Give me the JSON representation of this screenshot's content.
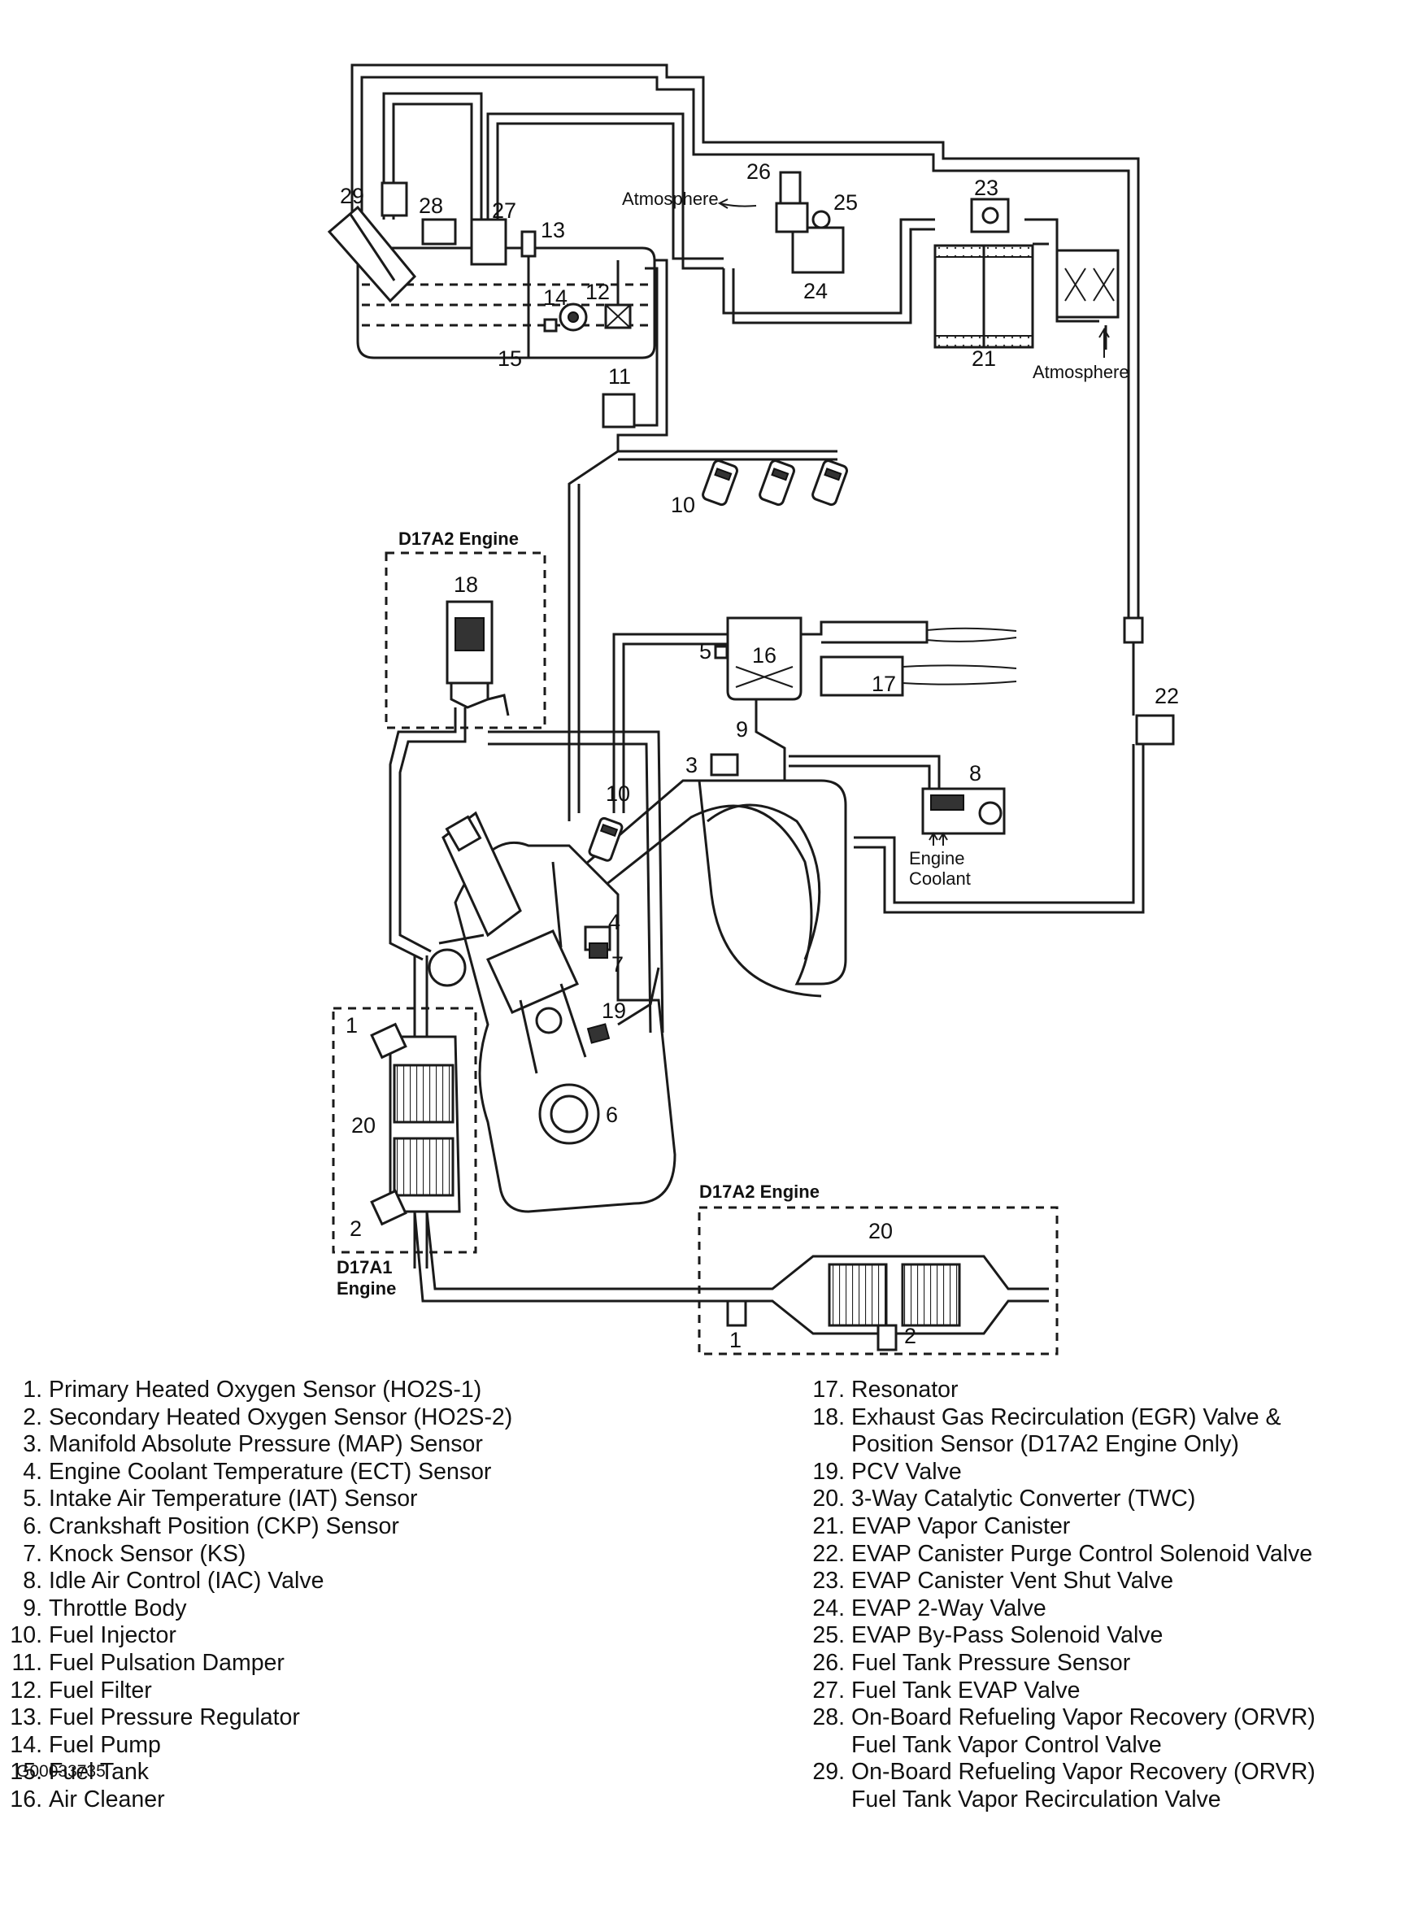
{
  "diagram": {
    "callouts": [
      "1",
      "2",
      "3",
      "4",
      "5",
      "6",
      "7",
      "8",
      "9",
      "10",
      "11",
      "12",
      "13",
      "14",
      "15",
      "16",
      "17",
      "18",
      "19",
      "20",
      "21",
      "22",
      "23",
      "24",
      "25",
      "26",
      "27",
      "28",
      "29"
    ],
    "callout_10_second": "10",
    "callout_1_second": "1",
    "callout_2_second": "2",
    "callout_20_second": "20",
    "atmosphere_label_1": "Atmosphere",
    "atmosphere_label_2": "Atmosphere",
    "engine_coolant_label_line1": "Engine",
    "engine_coolant_label_line2": "Coolant",
    "d17a2_engine_label_1": "D17A2 Engine",
    "d17a2_engine_label_2": "D17A2 Engine",
    "d17a1_engine_label_line1": "D17A1",
    "d17a1_engine_label_line2": "Engine"
  },
  "legend_left": [
    {
      "num": "1.",
      "text": "Primary Heated Oxygen Sensor (HO2S-1)"
    },
    {
      "num": "2.",
      "text": "Secondary Heated Oxygen Sensor (HO2S-2)"
    },
    {
      "num": "3.",
      "text": "Manifold Absolute Pressure (MAP) Sensor"
    },
    {
      "num": "4.",
      "text": "Engine Coolant Temperature (ECT) Sensor"
    },
    {
      "num": "5.",
      "text": "Intake Air Temperature (IAT) Sensor"
    },
    {
      "num": "6.",
      "text": "Crankshaft Position (CKP) Sensor"
    },
    {
      "num": "7.",
      "text": "Knock Sensor (KS)"
    },
    {
      "num": "8.",
      "text": "Idle Air Control (IAC) Valve"
    },
    {
      "num": "9.",
      "text": "Throttle Body"
    },
    {
      "num": "10.",
      "text": "Fuel Injector"
    },
    {
      "num": "11.",
      "text": "Fuel Pulsation Damper"
    },
    {
      "num": "12.",
      "text": "Fuel Filter"
    },
    {
      "num": "13.",
      "text": "Fuel Pressure Regulator"
    },
    {
      "num": "14.",
      "text": "Fuel Pump"
    },
    {
      "num": "15.",
      "text": "Fuel Tank"
    },
    {
      "num": "16.",
      "text": "Air Cleaner"
    }
  ],
  "legend_right": [
    {
      "num": "17.",
      "text": "Resonator"
    },
    {
      "num": "18.",
      "text": "Exhaust Gas Recirculation (EGR) Valve &"
    },
    {
      "num": "",
      "text": "Position Sensor (D17A2 Engine Only)"
    },
    {
      "num": "19.",
      "text": "PCV Valve"
    },
    {
      "num": "20.",
      "text": "3-Way Catalytic Converter (TWC)"
    },
    {
      "num": "21.",
      "text": "EVAP Vapor Canister"
    },
    {
      "num": "22.",
      "text": "EVAP Canister Purge Control Solenoid Valve"
    },
    {
      "num": "23.",
      "text": "EVAP Canister Vent Shut Valve"
    },
    {
      "num": "24.",
      "text": "EVAP 2-Way Valve"
    },
    {
      "num": "25.",
      "text": "EVAP By-Pass Solenoid Valve"
    },
    {
      "num": "26.",
      "text": "Fuel Tank Pressure Sensor"
    },
    {
      "num": "27.",
      "text": "Fuel Tank EVAP Valve"
    },
    {
      "num": "28.",
      "text": "On-Board Refueling Vapor Recovery (ORVR)"
    },
    {
      "num": "",
      "text": "Fuel Tank Vapor Control Valve"
    },
    {
      "num": "29.",
      "text": "On-Board Refueling Vapor Recovery (ORVR)"
    },
    {
      "num": "",
      "text": "Fuel Tank Vapor Recirculation Valve"
    }
  ],
  "document_id": "G00033735"
}
